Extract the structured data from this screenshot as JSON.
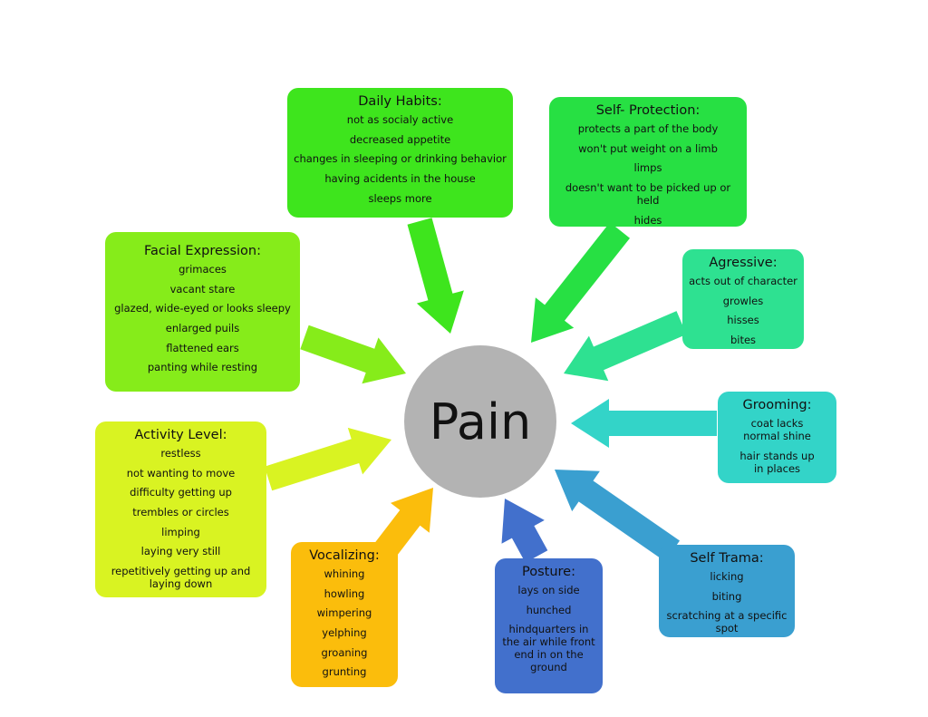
{
  "center": {
    "label": "Pain",
    "color": "#b3b3b3"
  },
  "boxes": [
    {
      "id": "daily-habits",
      "title": "Daily Habits:",
      "color": "#3ee51d",
      "items": [
        "not as socialy active",
        "decreased appetite",
        "changes in sleeping or drinking behavior",
        "having acidents in the house",
        "sleeps more"
      ]
    },
    {
      "id": "self-protection",
      "title": "Self- Protection:",
      "color": "#27e043",
      "items": [
        "protects a part of the body",
        "won't put weight on a limb",
        "limps",
        "doesn't want to be picked up or held",
        "hides"
      ]
    },
    {
      "id": "facial-expression",
      "title": "Facial Expression:",
      "color": "#86ec1a",
      "items": [
        "grimaces",
        "vacant stare",
        "glazed, wide-eyed or looks sleepy",
        "enlarged puils",
        "flattened ears",
        "panting while resting"
      ]
    },
    {
      "id": "agressive",
      "title": "Agressive:",
      "color": "#2ee191",
      "items": [
        "acts out of character",
        "growles",
        "hisses",
        "bites"
      ]
    },
    {
      "id": "grooming",
      "title": "Grooming:",
      "color": "#33d4c8",
      "items": [
        "coat lacks normal shine",
        "hair stands up in places"
      ]
    },
    {
      "id": "activity-level",
      "title": "Activity Level:",
      "color": "#d9f322",
      "items": [
        "restless",
        "not wanting to move",
        "difficulty getting up",
        "trembles or circles",
        "limping",
        "laying very still",
        "repetitively getting up and laying down"
      ]
    },
    {
      "id": "vocalizing",
      "title": "Vocalizing:",
      "color": "#fbbd0c",
      "items": [
        "whining",
        "howling",
        "wimpering",
        "yelphing",
        "groaning",
        "grunting"
      ]
    },
    {
      "id": "posture",
      "title": "Posture:",
      "color": "#4270cc",
      "items": [
        "lays on side",
        "hunched",
        "hindquarters in the air while front end in on the ground"
      ]
    },
    {
      "id": "self-trama",
      "title": "Self Trama:",
      "color": "#3a9fd0",
      "items": [
        "licking",
        "biting",
        "scratching at a specific spot"
      ]
    }
  ]
}
